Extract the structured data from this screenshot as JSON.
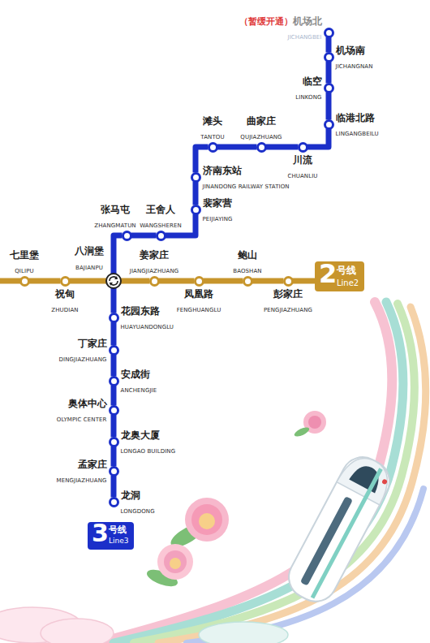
{
  "diagram": {
    "nodes": [
      {
        "text": [
          "（暂缓开通）",
          "机场北",
          "JICHANGBEI"
        ]
      },
      {
        "text": [
          "机场南",
          "JICHANGNAN"
        ]
      },
      {
        "text": [
          "临空",
          "LINKONG"
        ]
      },
      {
        "text": [
          "临港北路",
          "LINGANGBEILU"
        ]
      },
      {
        "text": [
          "川流",
          "CHUANLIU"
        ]
      },
      {
        "text": [
          "曲家庄",
          "QUJIAZHUANG"
        ]
      },
      {
        "text": [
          "滩头",
          "TANTOU"
        ]
      },
      {
        "text": [
          "济南东站",
          "JINANDONG RAILWAY STATION"
        ]
      },
      {
        "text": [
          "裴家营",
          "PEIJIAYING"
        ]
      },
      {
        "text": [
          "王舍人",
          "WANGSHEREN"
        ]
      },
      {
        "text": [
          "张马屯",
          "ZHANGMATUN"
        ]
      },
      {
        "text": [
          "八涧堡",
          "BAJIANPU"
        ]
      },
      {
        "text": [
          "花园东路",
          "HUAYUANDONGLU"
        ]
      },
      {
        "text": [
          "丁家庄",
          "DINGJIAZHUANG"
        ]
      },
      {
        "text": [
          "安成街",
          "ANCHENGJIE"
        ]
      },
      {
        "text": [
          "奥体中心",
          "OLYMPIC CENTER"
        ]
      },
      {
        "text": [
          "龙奥大厦",
          "LONGAO BUILDING"
        ]
      },
      {
        "text": [
          "孟家庄",
          "MENGJIAZHUANG"
        ]
      },
      {
        "text": [
          "龙洞",
          "LONGDONG"
        ]
      },
      {
        "text": [
          "七里堡",
          "QILIPU"
        ]
      },
      {
        "text": [
          "祝甸",
          "ZHUDIAN"
        ]
      },
      {
        "text": [
          "姜家庄",
          "JIANGJIAZHUANG"
        ]
      },
      {
        "text": [
          "凤凰路",
          "FENGHUANGLU"
        ]
      },
      {
        "text": [
          "鲍山",
          "BAOSHAN"
        ]
      },
      {
        "text": [
          "彭家庄",
          "PENGJIAZHUANG"
        ]
      },
      {
        "text": [
          "2",
          "号线",
          "Line2"
        ]
      },
      {
        "text": [
          "3",
          "号线",
          "Line3"
        ]
      }
    ],
    "edges": [
      {
        "from": 0,
        "to": 1,
        "arrow": "none"
      },
      {
        "from": 1,
        "to": 2,
        "arrow": "none"
      },
      {
        "from": 2,
        "to": 3,
        "arrow": "none"
      },
      {
        "from": 3,
        "to": 4,
        "arrow": "none"
      },
      {
        "from": 4,
        "to": 5,
        "arrow": "none"
      },
      {
        "from": 5,
        "to": 6,
        "arrow": "none"
      },
      {
        "from": 6,
        "to": 7,
        "arrow": "none"
      },
      {
        "from": 7,
        "to": 8,
        "arrow": "none"
      },
      {
        "from": 8,
        "to": 9,
        "arrow": "none"
      },
      {
        "from": 9,
        "to": 10,
        "arrow": "none"
      },
      {
        "from": 10,
        "to": 11,
        "arrow": "none"
      },
      {
        "from": 11,
        "to": 12,
        "arrow": "none"
      },
      {
        "from": 12,
        "to": 13,
        "arrow": "none"
      },
      {
        "from": 13,
        "to": 14,
        "arrow": "none"
      },
      {
        "from": 14,
        "to": 15,
        "arrow": "none"
      },
      {
        "from": 15,
        "to": 16,
        "arrow": "none"
      },
      {
        "from": 16,
        "to": 17,
        "arrow": "none"
      },
      {
        "from": 17,
        "to": 18,
        "arrow": "none"
      },
      {
        "from": 19,
        "to": 20,
        "arrow": "none"
      },
      {
        "from": 20,
        "to": 11,
        "arrow": "none"
      },
      {
        "from": 11,
        "to": 21,
        "arrow": "none"
      },
      {
        "from": 21,
        "to": 22,
        "arrow": "none"
      },
      {
        "from": 22,
        "to": 23,
        "arrow": "none"
      },
      {
        "from": 23,
        "to": 24,
        "arrow": "none"
      }
    ]
  }
}
